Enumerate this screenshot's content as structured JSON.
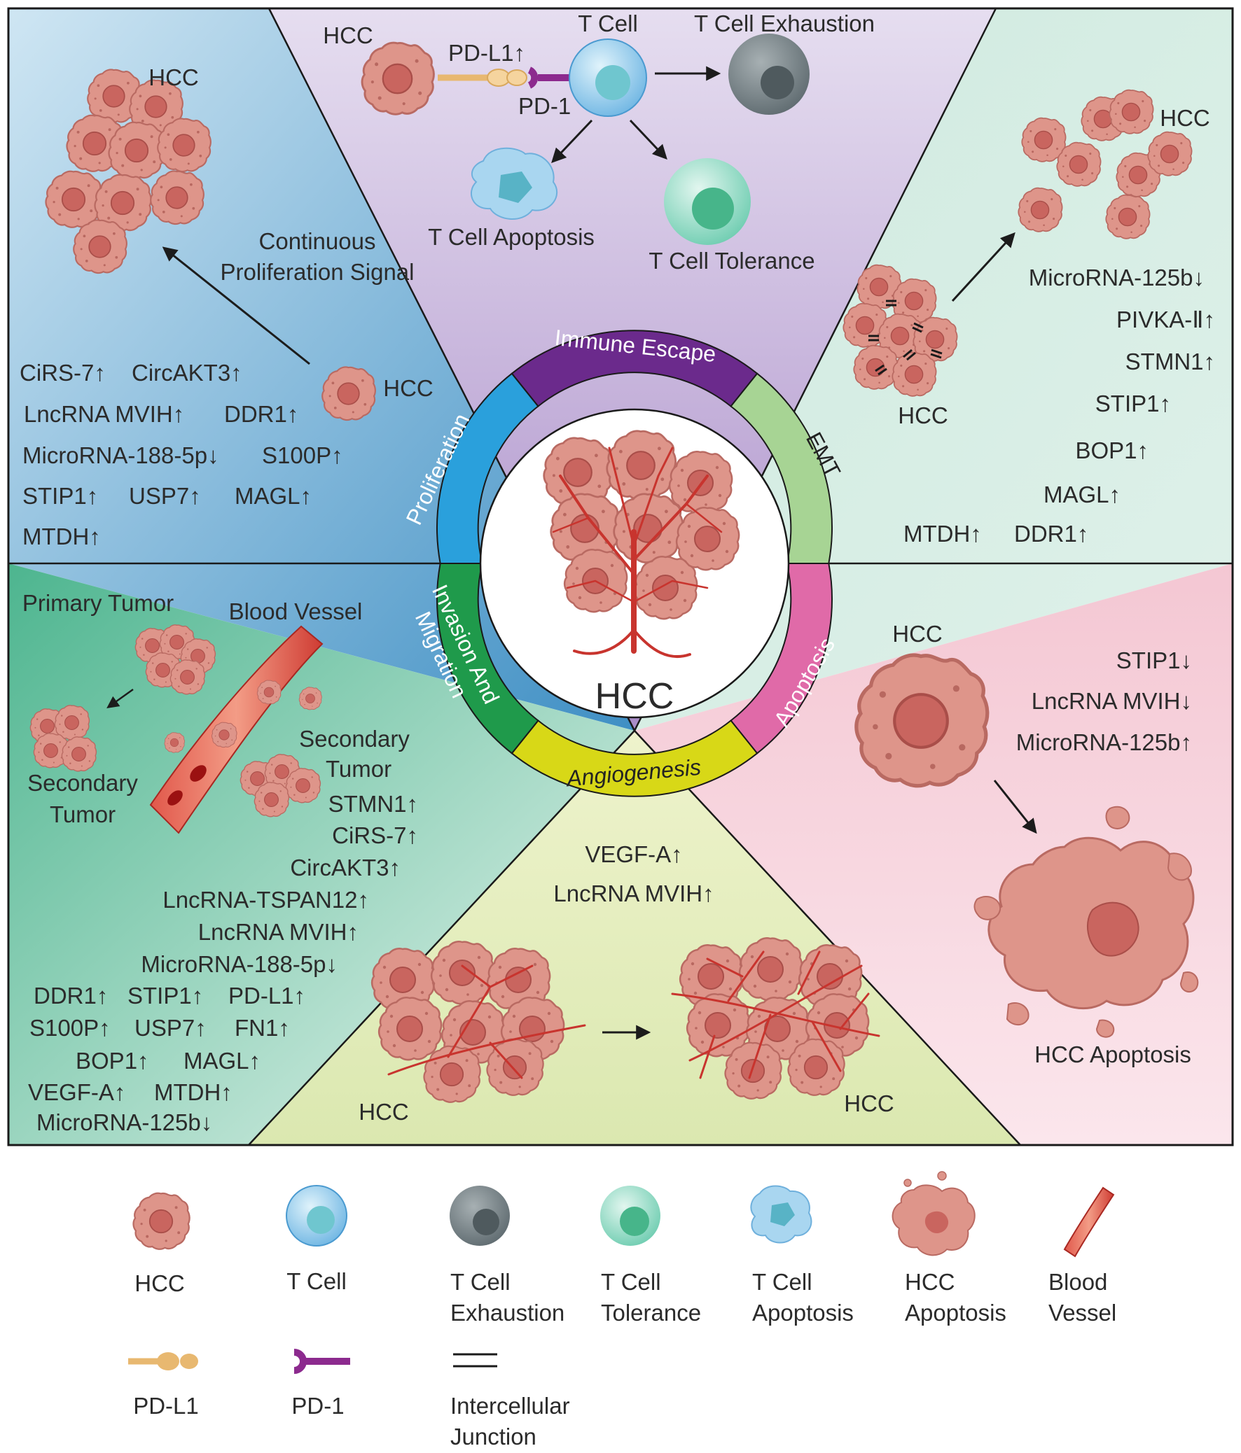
{
  "center": {
    "title": "HCC"
  },
  "ring_labels": {
    "immune_escape": "Immune Escape",
    "emt": "EMT",
    "apoptosis": "Apoptosis",
    "angiogenesis": "Angiogenesis",
    "invasion_line1": "Invasion And",
    "invasion_line2": "Migration",
    "proliferation": "Proliferation"
  },
  "immune_escape": {
    "hcc": "HCC",
    "pd_l1": "PD-L1↑",
    "pd_1": "PD-1",
    "t_cell": "T Cell",
    "t_cell_exhaustion": "T Cell Exhaustion",
    "t_cell_apoptosis": "T Cell Apoptosis",
    "t_cell_tolerance": "T Cell Tolerance"
  },
  "proliferation": {
    "hcc_cluster": "HCC",
    "signal_line1": "Continuous",
    "signal_line2": "Proliferation Signal",
    "hcc_single": "HCC",
    "markers": [
      [
        "CiRS-7↑",
        "CircAKT3↑"
      ],
      [
        "LncRNA MVIH↑",
        "DDR1↑"
      ],
      [
        "MicroRNA-188-5p↓",
        "S100P↑"
      ],
      [
        "STIP1↑",
        "USP7↑",
        "MAGL↑"
      ],
      [
        "MTDH↑"
      ]
    ]
  },
  "emt": {
    "hcc_top": "HCC",
    "hcc_bottom": "HCC",
    "markers": [
      "MicroRNA-125b↓",
      "PIVKA-Ⅱ↑",
      "STMN1↑",
      "STIP1↑",
      "BOP1↑",
      "MAGL↑",
      "MTDH↑",
      "DDR1↑"
    ]
  },
  "invasion": {
    "primary_tumor": "Primary Tumor",
    "blood_vessel": "Blood Vessel",
    "secondary_left_line1": "Secondary",
    "secondary_left_line2": "Tumor",
    "secondary_right_line1": "Secondary",
    "secondary_right_line2": "Tumor",
    "markers": [
      "STMN1↑",
      "CiRS-7↑",
      "CircAKT3↑",
      "LncRNA-TSPAN12↑",
      "LncRNA MVIH↑",
      "MicroRNA-188-5p↓",
      "DDR1↑",
      "STIP1↑",
      "PD-L1↑",
      "S100P↑",
      "USP7↑",
      "FN1↑",
      "BOP1↑",
      "MAGL↑",
      "VEGF-A↑",
      "MTDH↑",
      "MicroRNA-125b↓"
    ]
  },
  "angiogenesis": {
    "markers": [
      "VEGF-A↑",
      "LncRNA MVIH↑"
    ],
    "hcc_left": "HCC",
    "hcc_right": "HCC"
  },
  "apoptosis": {
    "hcc": "HCC",
    "markers": [
      "STIP1↓",
      "LncRNA MVIH↓",
      "MicroRNA-125b↑"
    ],
    "hcc_apoptosis": "HCC Apoptosis"
  },
  "legend": [
    {
      "icon": "hcc-cell-icon",
      "lines": [
        "HCC"
      ]
    },
    {
      "icon": "t-cell-icon",
      "lines": [
        "T Cell"
      ]
    },
    {
      "icon": "t-cell-exhaustion-icon",
      "lines": [
        "T Cell",
        "Exhaustion"
      ]
    },
    {
      "icon": "t-cell-tolerance-icon",
      "lines": [
        "T Cell",
        "Tolerance"
      ]
    },
    {
      "icon": "t-cell-apoptosis-icon",
      "lines": [
        "T Cell",
        "Apoptosis"
      ]
    },
    {
      "icon": "hcc-apoptosis-icon",
      "lines": [
        "HCC",
        "Apoptosis"
      ]
    },
    {
      "icon": "blood-vessel-icon",
      "lines": [
        "Blood",
        "Vessel"
      ]
    },
    {
      "icon": "pd-l1-icon",
      "lines": [
        "PD-L1"
      ]
    },
    {
      "icon": "pd-1-icon",
      "lines": [
        "PD-1"
      ]
    },
    {
      "icon": "intercellular-junction-icon",
      "lines": [
        "Intercellular",
        "Junction"
      ]
    }
  ],
  "colors": {
    "immune_escape": "#6b2a8c",
    "emt": "#a7d494",
    "apoptosis": "#e06aa8",
    "angiogenesis": "#d8d817",
    "invasion": "#1f9a4b",
    "proliferation": "#2aa0dc",
    "hcc_cell": "#d9867e",
    "vessel": "#c8342e"
  }
}
